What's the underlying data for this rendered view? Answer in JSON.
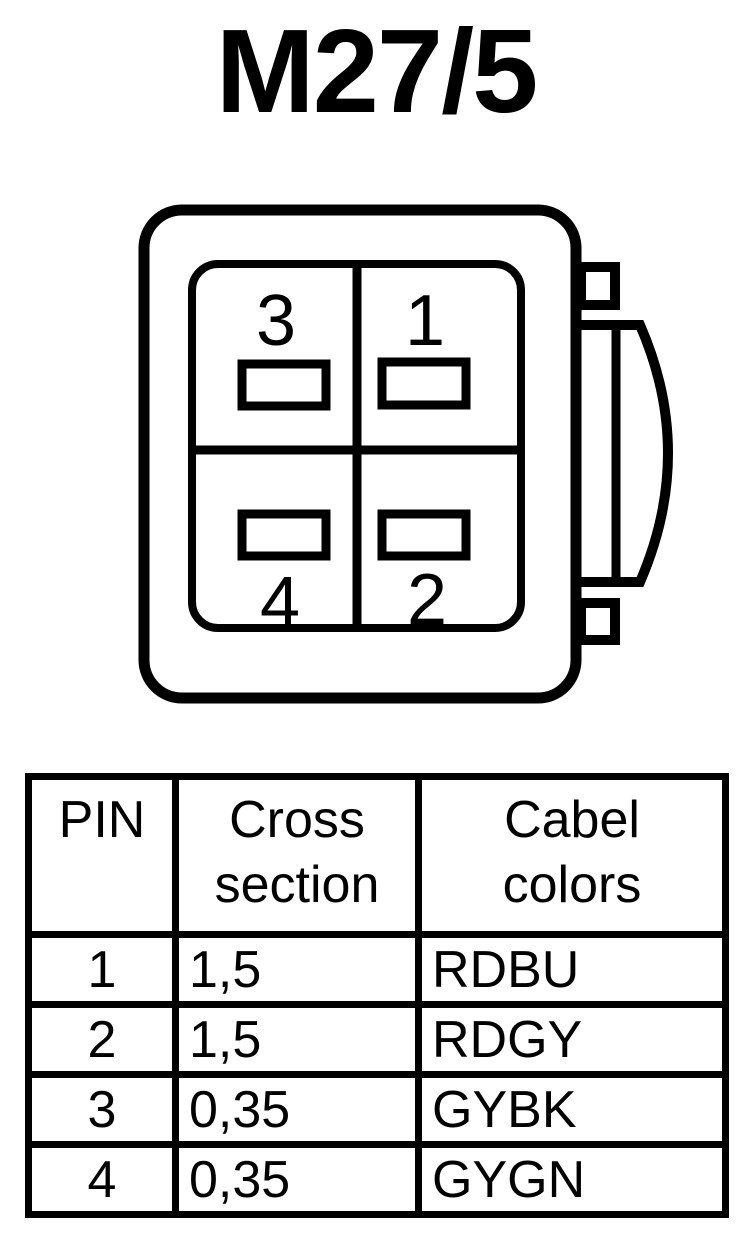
{
  "title": "M27/5",
  "colors": {
    "ink": "#000000",
    "paper": "#ffffff"
  },
  "connector": {
    "pins": [
      {
        "number": "3",
        "position": "top-left"
      },
      {
        "number": "1",
        "position": "top-right"
      },
      {
        "number": "4",
        "position": "bottom-left"
      },
      {
        "number": "2",
        "position": "bottom-right"
      }
    ]
  },
  "table": {
    "headers": [
      "PIN",
      "Cross section",
      "Cabel colors"
    ],
    "rows": [
      {
        "pin": "1",
        "cross_section": "1,5",
        "cable_color": "RDBU"
      },
      {
        "pin": "2",
        "cross_section": "1,5",
        "cable_color": "RDGY"
      },
      {
        "pin": "3",
        "cross_section": "0,35",
        "cable_color": "GYBK"
      },
      {
        "pin": "4",
        "cross_section": "0,35",
        "cable_color": "GYGN"
      }
    ]
  }
}
